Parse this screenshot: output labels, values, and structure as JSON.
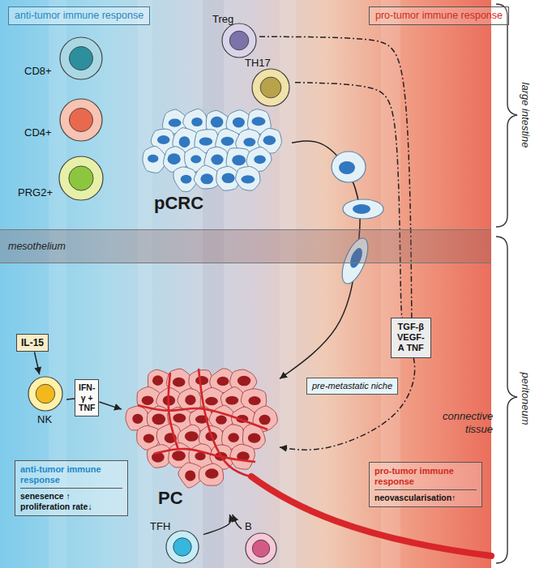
{
  "diagram": {
    "nodes": [
      {
        "text": [
          "anti-tumor immune response"
        ]
      },
      {
        "text": [
          "Treg"
        ]
      },
      {
        "text": [
          "pro-tumor immune response"
        ]
      },
      {
        "text": [
          "TH17"
        ]
      },
      {
        "text": [
          "CD8+"
        ]
      },
      {
        "text": [
          "CD4+"
        ]
      },
      {
        "text": [
          "PRG2+"
        ]
      },
      {
        "text": [
          "pCRC"
        ]
      },
      {
        "text": [
          "mesothelium"
        ]
      },
      {
        "text": [
          "TGF-β VEGF-A TNF"
        ]
      },
      {
        "text": [
          "IL-15"
        ]
      },
      {
        "text": [
          "pre-metastatic niche"
        ]
      },
      {
        "text": [
          "NK"
        ]
      },
      {
        "text": [
          "IFN-γ + TNF"
        ]
      },
      {
        "text": [
          "PC"
        ]
      },
      {
        "text": [
          "anti-tumor immune response",
          "senesence ↑ proliferation rate↓"
        ]
      },
      {
        "text": [
          "pro-tumor immune response",
          "neovascularisation↑"
        ]
      },
      {
        "text": [
          "TFH"
        ]
      },
      {
        "text": [
          "B"
        ]
      }
    ],
    "edges": [
      {
        "from": 7,
        "to": 14,
        "arrow": "to"
      },
      {
        "from": 1,
        "to": 9,
        "arrow": "none"
      },
      {
        "from": 3,
        "to": 9,
        "arrow": "none"
      },
      {
        "from": 9,
        "to": 14,
        "arrow": "to"
      },
      {
        "from": 10,
        "to": 12,
        "arrow": "to"
      },
      {
        "from": 12,
        "to": 13,
        "arrow": "none"
      },
      {
        "from": 13,
        "to": 14,
        "arrow": "to"
      },
      {
        "from": 17,
        "to": 14,
        "arrow": "to"
      },
      {
        "from": 18,
        "to": 14,
        "arrow": "to"
      }
    ],
    "labels": [
      "connective tissue",
      "large intestine",
      "peritoneum"
    ]
  }
}
